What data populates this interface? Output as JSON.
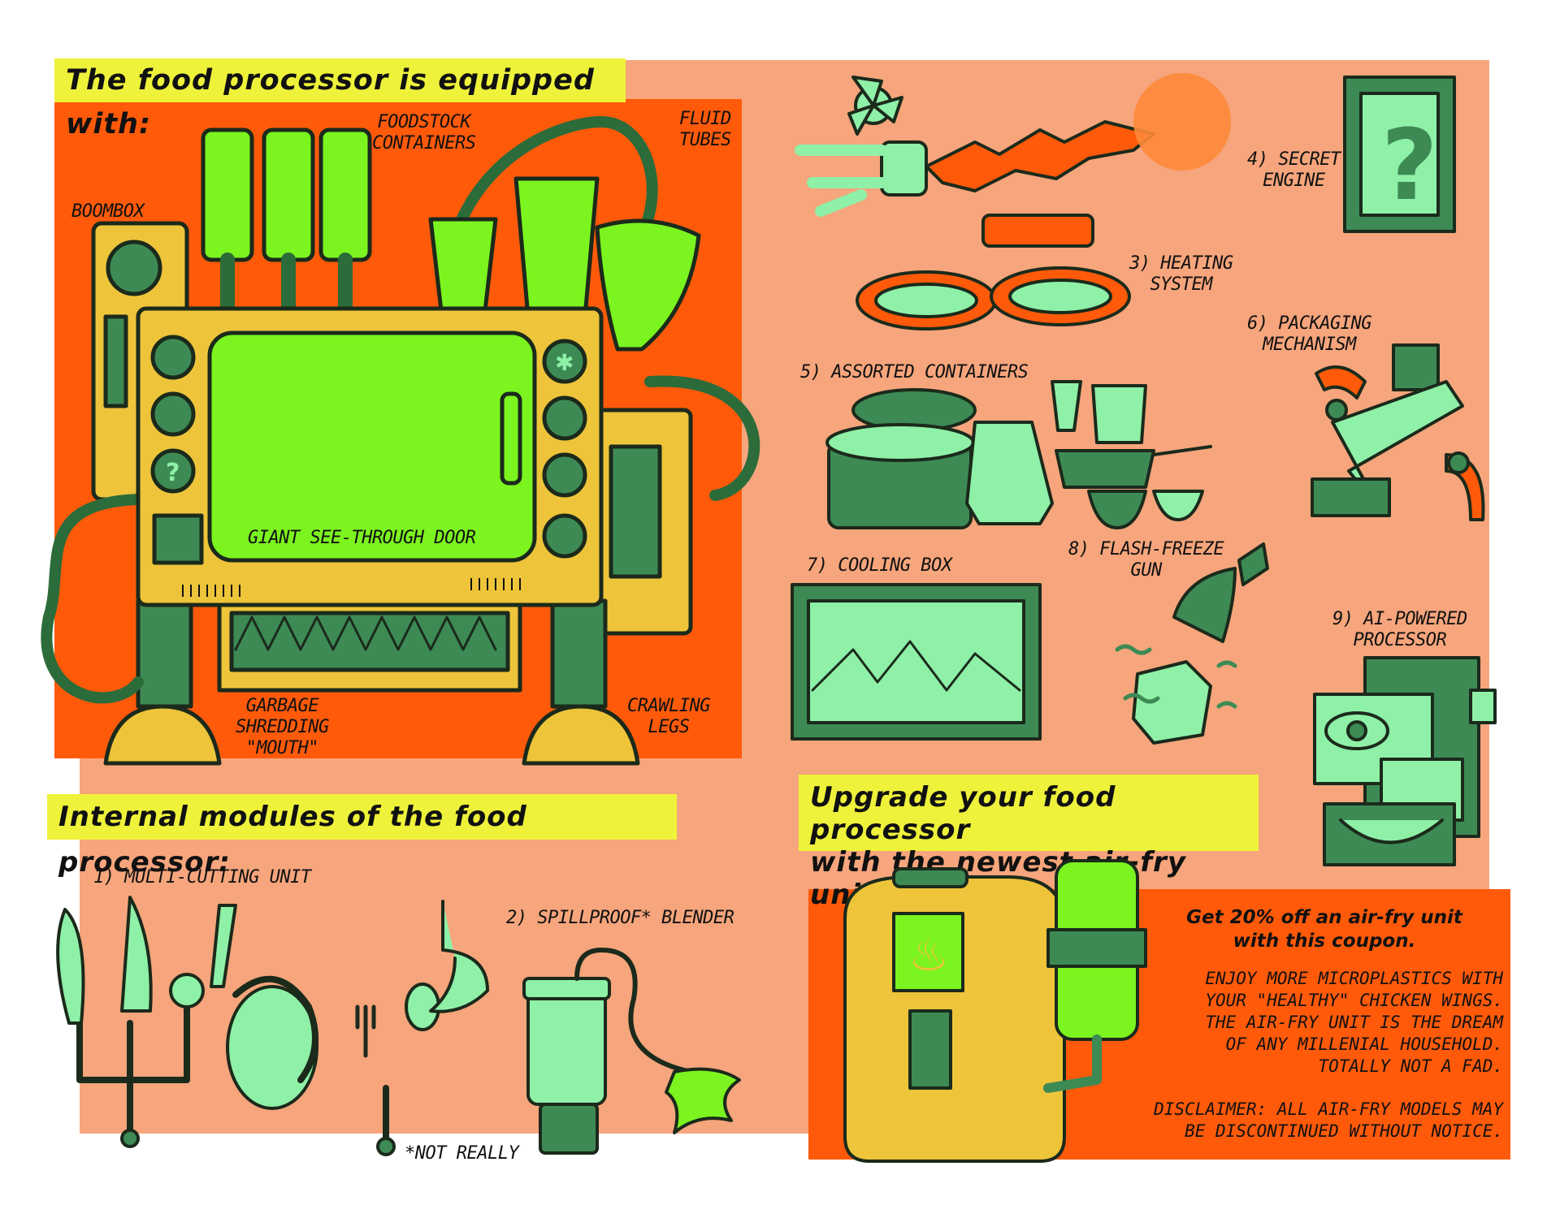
{
  "headings": {
    "equipped": "The food processor is equipped with:",
    "internal": "Internal modules of the food processor:",
    "upgrade_line1": "Upgrade your food processor",
    "upgrade_line2": "with the newest air-fry unit:"
  },
  "machine_labels": {
    "boombox": "BOOMBOX",
    "foodstock_l1": "FOODSTOCK",
    "foodstock_l2": "CONTAINERS",
    "fluid_l1": "FLUID",
    "fluid_l2": "TUBES",
    "door": "GIANT SEE-THROUGH DOOR",
    "garbage_l1": "GARBAGE",
    "garbage_l2": "SHREDDING",
    "garbage_l3": "\"MOUTH\"",
    "crawling_l1": "CRAWLING",
    "crawling_l2": "LEGS"
  },
  "modules": {
    "m1": "1) MULTI-CUTTING UNIT",
    "m2": "2) SPILLPROOF* BLENDER",
    "m2_note": "*NOT REALLY",
    "m3_l1": "3) HEATING",
    "m3_l2": "SYSTEM",
    "m4_l1": "4) SECRET",
    "m4_l2": "ENGINE",
    "m5": "5) ASSORTED CONTAINERS",
    "m6_l1": "6) PACKAGING",
    "m6_l2": "MECHANISM",
    "m7": "7) COOLING BOX",
    "m8_l1": "8) FLASH-FREEZE",
    "m8_l2": "GUN",
    "m9_l1": "9) AI-POWERED",
    "m9_l2": "PROCESSOR",
    "question_mark": "?"
  },
  "coupon": {
    "head_l1": "Get 20% off an air-fry unit",
    "head_l2": "with this coupon.",
    "body": [
      "ENJOY MORE MICROPLASTICS WITH",
      "YOUR \"HEALTHY\" CHICKEN WINGS.",
      "THE AIR-FRY UNIT IS THE DREAM",
      "OF ANY MILLENIAL HOUSEHOLD.",
      "TOTALLY NOT A FAD."
    ],
    "disclaimer": [
      "DISCLAIMER: ALL AIR-FRY MODELS MAY",
      "BE DISCONTINUED WITHOUT NOTICE."
    ]
  },
  "colors": {
    "peach": "#f6a57c",
    "orange": "#ff5a0a",
    "yellow": "#eef23a",
    "lime": "#7cf41f",
    "mint": "#8ff0a8",
    "dark_green": "#3d8a55",
    "mustard": "#eec43a"
  }
}
